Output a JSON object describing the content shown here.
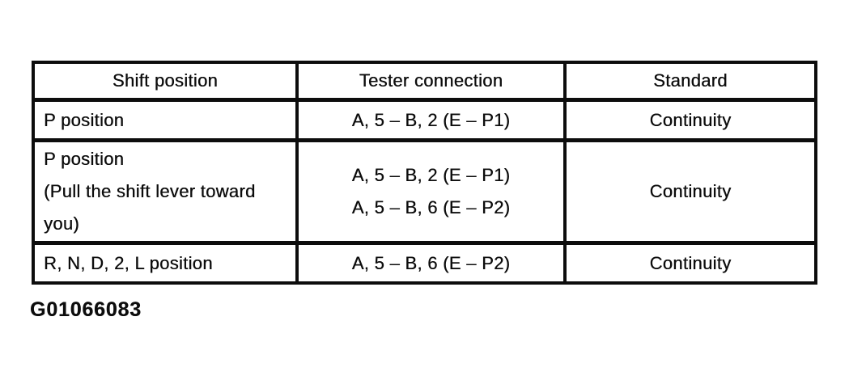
{
  "colors": {
    "ink": "#0d0d0d",
    "background": "#ffffff"
  },
  "table": {
    "columns": [
      "Shift position",
      "Tester connection",
      "Standard"
    ],
    "rows": [
      {
        "shift_position": [
          "P position"
        ],
        "tester_connection": [
          "A, 5 – B, 2 (E – P1)"
        ],
        "standard": "Continuity"
      },
      {
        "shift_position": [
          "P position",
          "(Pull the shift lever toward",
          "you)"
        ],
        "tester_connection": [
          "A, 5 – B, 2 (E – P1)",
          "A, 5 – B, 6 (E – P2)"
        ],
        "standard": "Continuity"
      },
      {
        "shift_position": [
          "R, N, D, 2, L position"
        ],
        "tester_connection": [
          "A, 5 – B, 6 (E – P2)"
        ],
        "standard": "Continuity"
      }
    ]
  },
  "caption": "G01066083"
}
